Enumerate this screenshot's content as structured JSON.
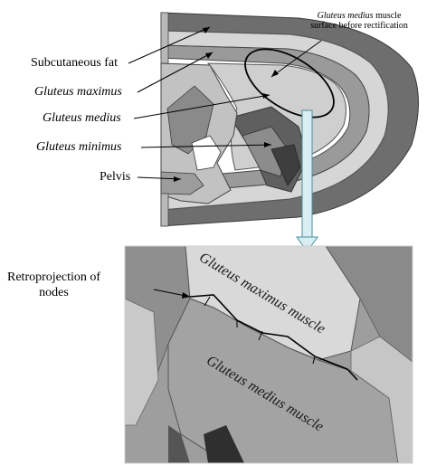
{
  "labels": {
    "subcutaneous_fat": "Subcutaneous fat",
    "gluteus_maximus": "Gluteus maximus",
    "gluteus_medius": "Gluteus medius",
    "gluteus_minimus": "Gluteus minimus",
    "pelvis": "Pelvis",
    "surface_note_italic": "Gluteus medius",
    "surface_note_rest_1": " muscle",
    "surface_note_line2": "surface before rectification",
    "retroprojection_line1": "Retroprojection of",
    "retroprojection_line2": "nodes",
    "zoom_maximus": "Gluteus maximus muscle",
    "zoom_medius": "Gluteus medius muscle"
  },
  "colors": {
    "dark_tissue": "#6b6b6b",
    "light_tissue": "#d9d9d9",
    "mid_tissue": "#a8a8a8",
    "arrow_fill": "#d8eef3",
    "arrow_stroke": "#4a8ea0"
  }
}
